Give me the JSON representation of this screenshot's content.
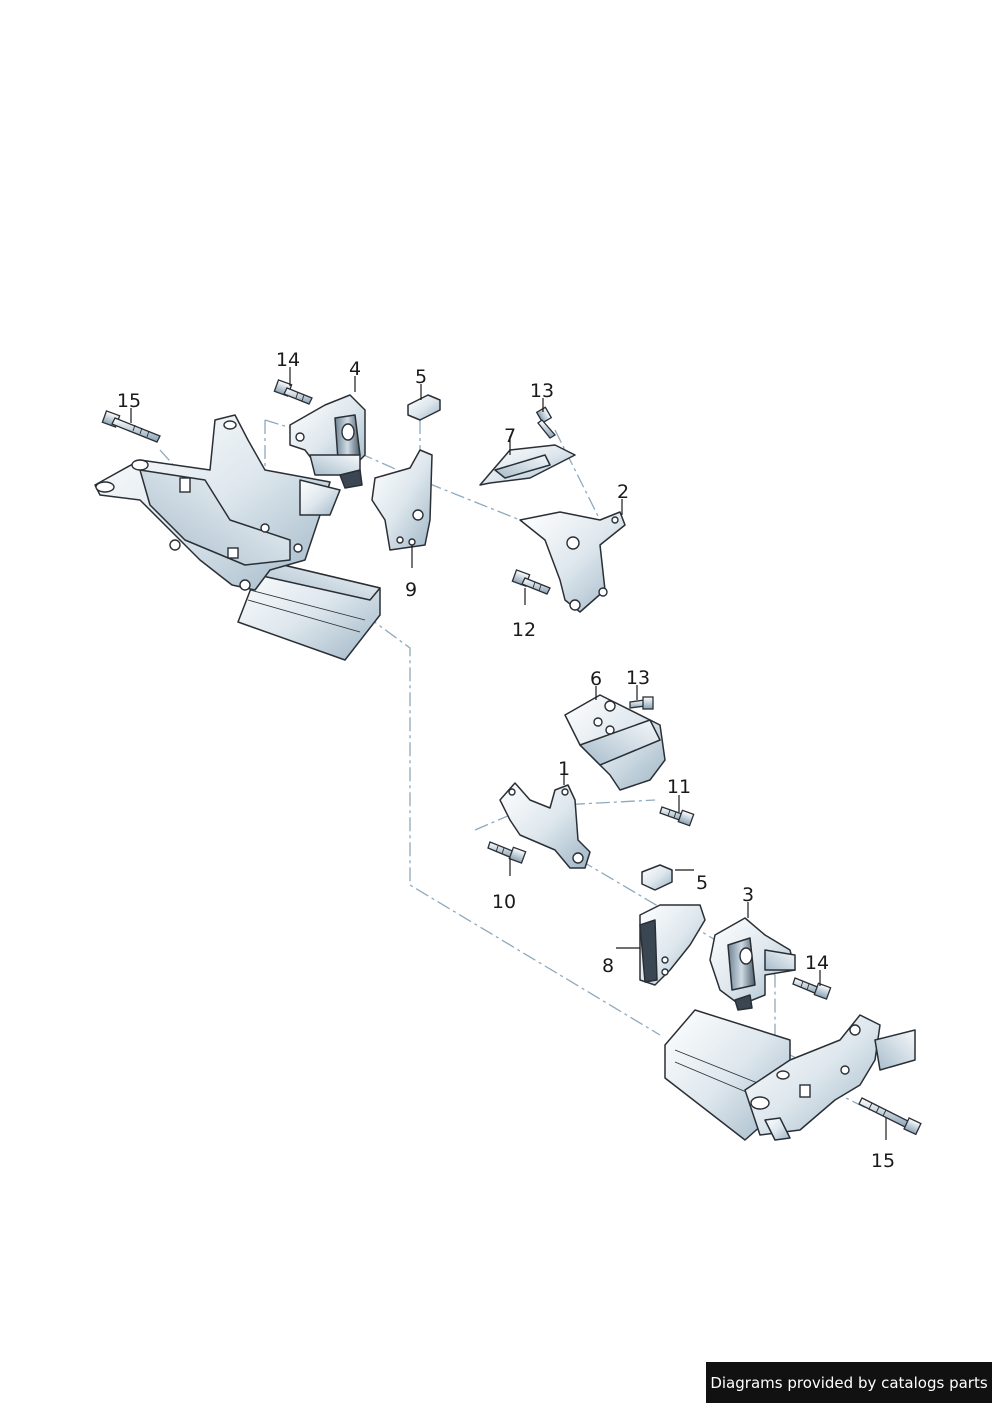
{
  "callouts": {
    "c1": "1",
    "c2": "2",
    "c3": "3",
    "c4": "4",
    "c5a": "5",
    "c5b": "5",
    "c6": "6",
    "c7": "7",
    "c8": "8",
    "c9": "9",
    "c10": "10",
    "c11": "11",
    "c12": "12",
    "c13a": "13",
    "c13b": "13",
    "c14a": "14",
    "c14b": "14",
    "c15a": "15",
    "c15b": "15"
  },
  "footer": {
    "text": "Diagrams provided by catalogs parts"
  },
  "colors": {
    "line": "#2a2f36",
    "metal_light": "#ffffff",
    "metal_dark": "#9fb6c6",
    "dash": "#8fa9bd",
    "footer_bg": "#111111"
  }
}
